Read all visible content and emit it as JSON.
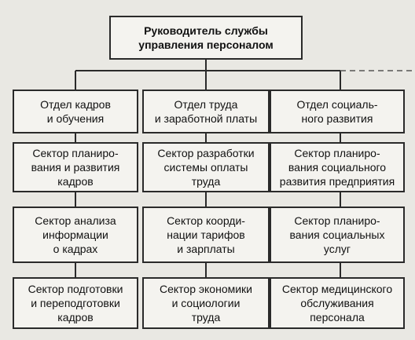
{
  "org": {
    "head": "Руководитель службы\nуправления персоналом",
    "columns": [
      {
        "department": "Отдел кадров\nи обучения",
        "sectors": [
          "Сектор планиро-\nвания и развития\nкадров",
          "Сектор анализа\nинформации\nо кадрах",
          "Сектор подготовки\nи переподготовки\nкадров"
        ]
      },
      {
        "department": "Отдел труда\nи заработной платы",
        "sectors": [
          "Сектор разработки\nсистемы оплаты\nтруда",
          "Сектор коорди-\nнации тарифов\nи зарплаты",
          "Сектор экономики\nи социологии\nтруда"
        ]
      },
      {
        "department": "Отдел социаль-\nного развития",
        "sectors": [
          "Сектор планиро-\nвания социального\nразвития предприятия",
          "Сектор планиро-\nвания социальных\nуслуг",
          "Сектор медицинского\nобслуживания\nперсонала"
        ]
      }
    ]
  }
}
